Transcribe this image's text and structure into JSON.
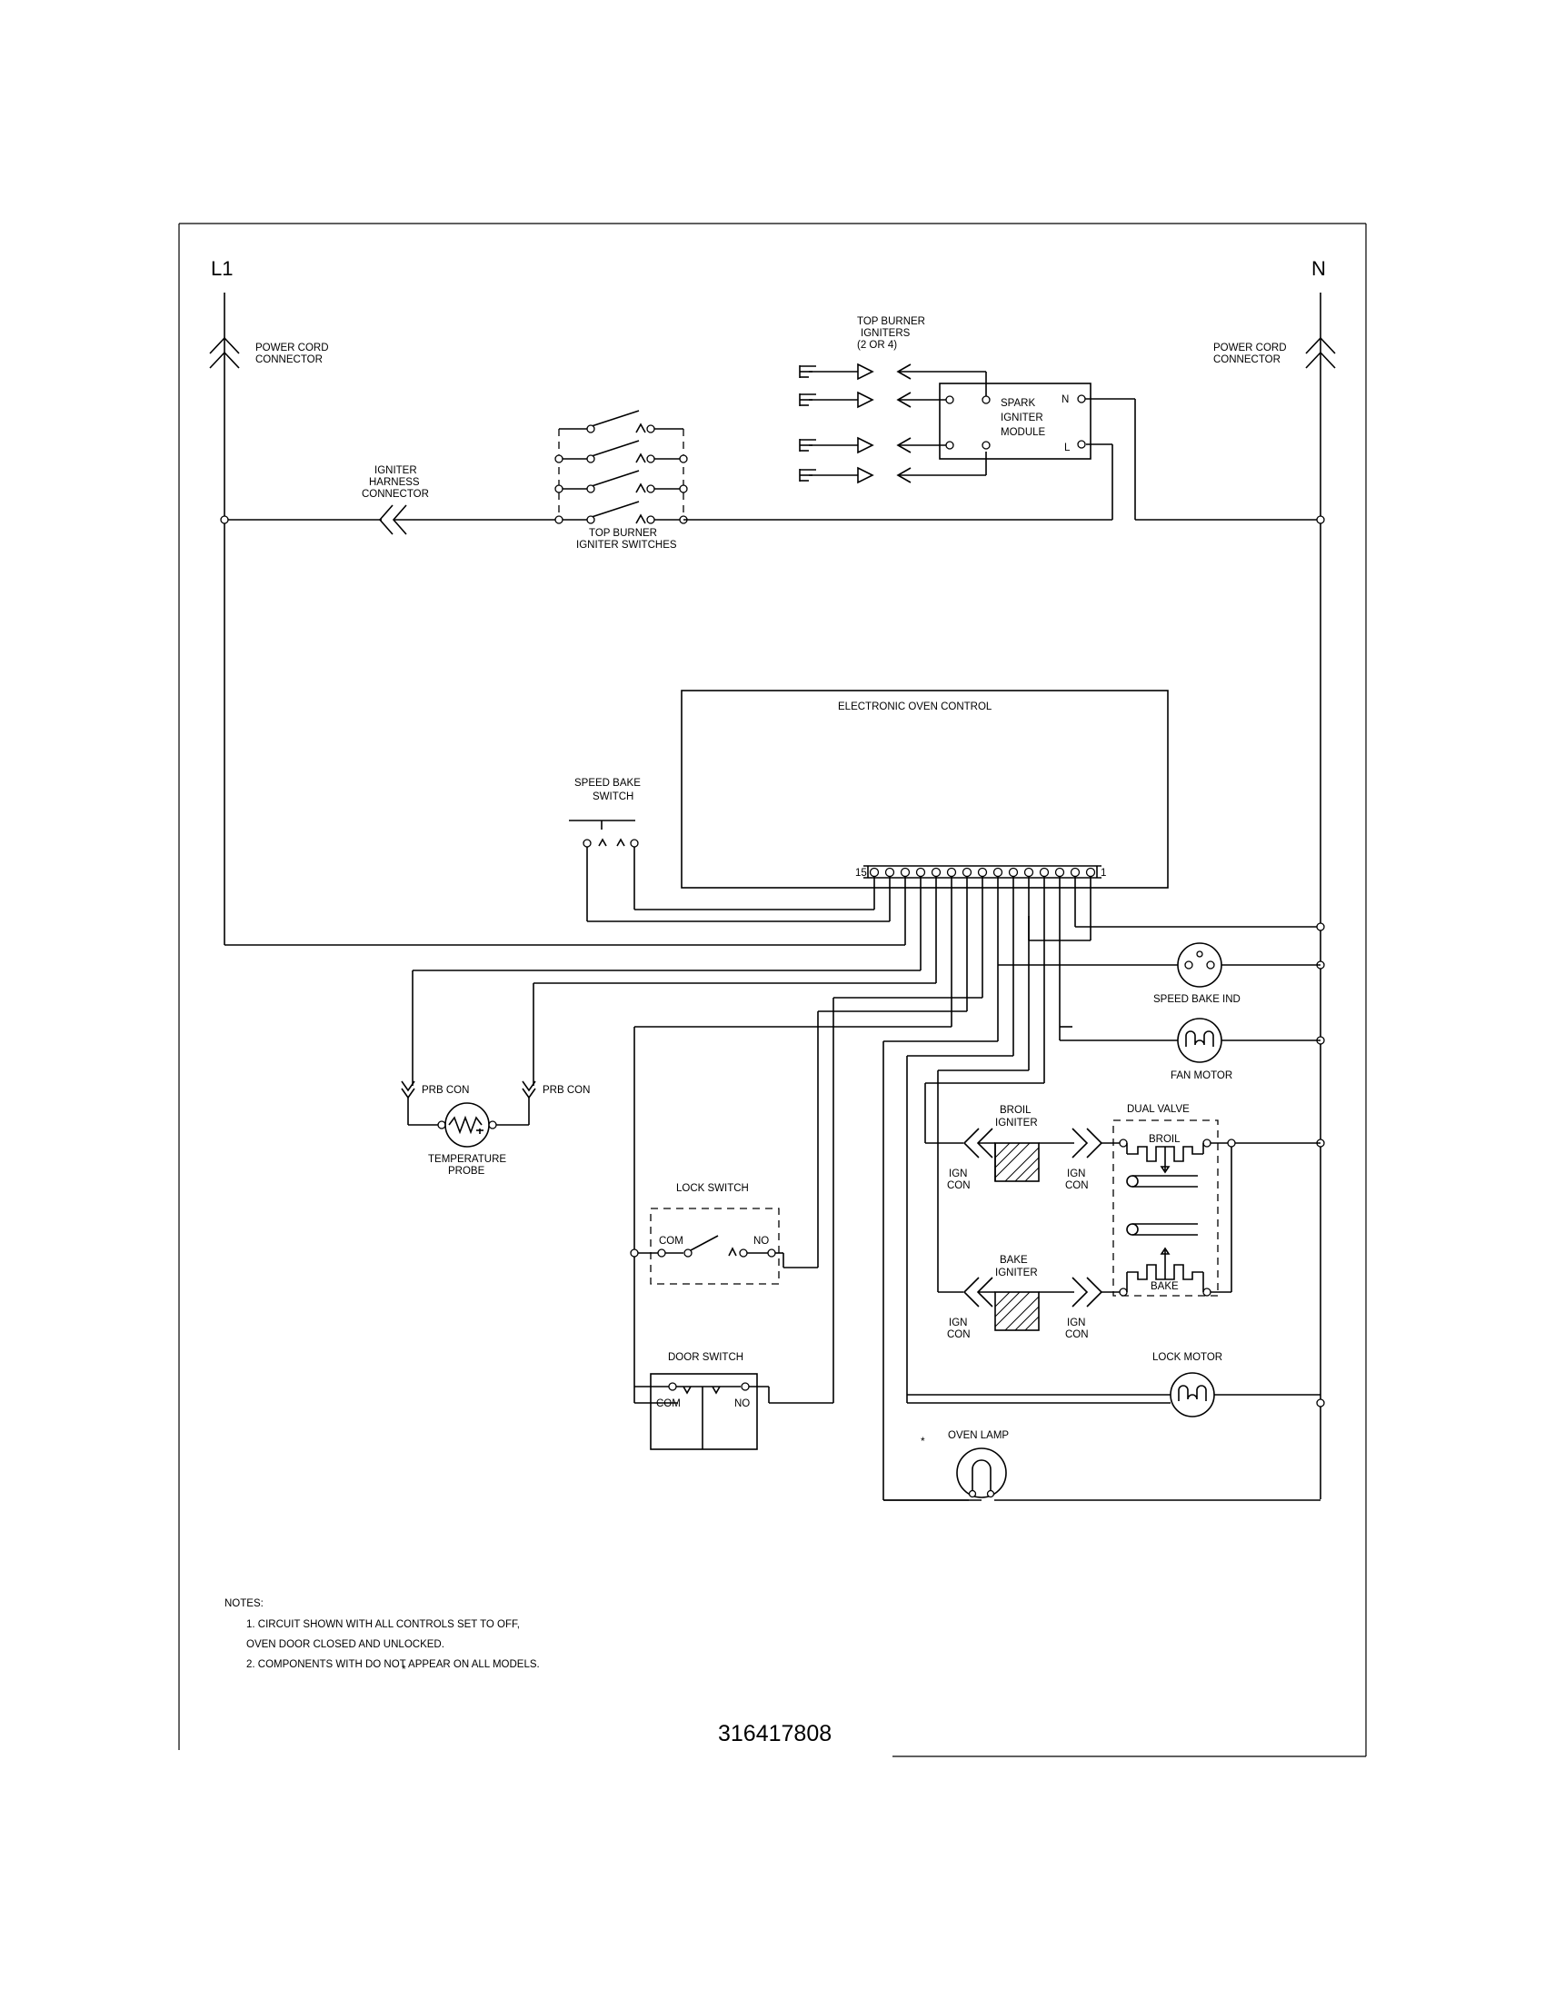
{
  "labels": {
    "l1": "L1",
    "n": "N",
    "power_cord_left": [
      "POWER CORD",
      "CONNECTOR"
    ],
    "power_cord_right": [
      "POWER CORD",
      "CONNECTOR"
    ],
    "igniter_harness": [
      "IGNITER",
      "HARNESS",
      "CONNECTOR"
    ],
    "top_burner_switches": [
      "TOP BURNER",
      "IGNITER SWITCHES"
    ],
    "top_burner_igniters": [
      "TOP BURNER",
      "IGNITERS",
      "(2 OR 4)"
    ],
    "spark_module": [
      "SPARK",
      "IGNITER",
      "MODULE"
    ],
    "module_n": "N",
    "module_l": "L",
    "electronic_control": "ELECTRONIC OVEN CONTROL",
    "speed_bake_switch": [
      "SPEED BAKE",
      "SWITCH"
    ],
    "pin_15": "15",
    "pin_1": "1",
    "speed_bake_ind": "SPEED BAKE IND",
    "fan_motor": "FAN MOTOR",
    "prb_con_left": "PRB CON",
    "prb_con_right": "PRB CON",
    "temperature_probe": [
      "TEMPERATURE",
      "PROBE"
    ],
    "broil_igniter": [
      "BROIL",
      "IGNITER"
    ],
    "bake_igniter": [
      "BAKE",
      "IGNITER"
    ],
    "ign_con": [
      "IGN",
      "CON"
    ],
    "dual_valve": "DUAL VALVE",
    "broil": "BROIL",
    "bake": "BAKE",
    "lock_switch": "LOCK SWITCH",
    "com": "COM",
    "no": "NO",
    "door_switch": "DOOR SWITCH",
    "lock_motor": "LOCK MOTOR",
    "oven_lamp": "OVEN LAMP",
    "asterisk": "*"
  },
  "notes": {
    "title": "NOTES:",
    "items": [
      "1.   CIRCUIT SHOWN WITH ALL CONTROLS SET TO OFF,",
      "      OVEN DOOR CLOSED AND UNLOCKED.",
      "2.   COMPONENTS WITH        DO NOT APPEAR ON ALL MODELS."
    ]
  },
  "part_number": "316417808"
}
